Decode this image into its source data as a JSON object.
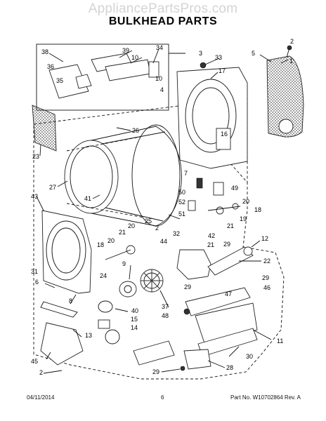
{
  "header": {
    "watermark": "AppliancePartsPros.com",
    "title": "BULKHEAD PARTS"
  },
  "footer": {
    "date": "04/11/2014",
    "page": "6",
    "part_no": "Part No.  W10702864  Rev. A"
  },
  "callouts": [
    "1",
    "2",
    "3",
    "4",
    "5",
    "6",
    "7",
    "8",
    "9",
    "10",
    "11",
    "12",
    "13",
    "14",
    "15",
    "16",
    "17",
    "18",
    "19",
    "20",
    "21",
    "22",
    "23",
    "24",
    "25",
    "26",
    "27",
    "28",
    "29",
    "30",
    "31",
    "32",
    "33",
    "34",
    "35",
    "36",
    "37",
    "38",
    "39",
    "40",
    "41",
    "42",
    "43",
    "44",
    "45",
    "46",
    "47",
    "48",
    "49",
    "50",
    "51",
    "52"
  ],
  "labels": [
    {
      "id": "38",
      "text": "38"
    },
    {
      "id": "39",
      "text": "39"
    },
    {
      "id": "10a",
      "text": "10"
    },
    {
      "id": "34",
      "text": "34"
    },
    {
      "id": "36",
      "text": "36"
    },
    {
      "id": "35",
      "text": "35"
    },
    {
      "id": "10b",
      "text": "10"
    },
    {
      "id": "4",
      "text": "4"
    },
    {
      "id": "3",
      "text": "3"
    },
    {
      "id": "33",
      "text": "33"
    },
    {
      "id": "17",
      "text": "17"
    },
    {
      "id": "5",
      "text": "5"
    },
    {
      "id": "2a",
      "text": "2"
    },
    {
      "id": "1",
      "text": "1"
    },
    {
      "id": "26",
      "text": "26"
    },
    {
      "id": "16",
      "text": "16"
    },
    {
      "id": "23",
      "text": "23"
    },
    {
      "id": "27",
      "text": "27"
    },
    {
      "id": "41",
      "text": "41"
    },
    {
      "id": "7",
      "text": "7"
    },
    {
      "id": "43",
      "text": "43"
    },
    {
      "id": "50",
      "text": "50"
    },
    {
      "id": "52",
      "text": "52"
    },
    {
      "id": "49",
      "text": "49"
    },
    {
      "id": "51",
      "text": "51"
    },
    {
      "id": "20a",
      "text": "20"
    },
    {
      "id": "18a",
      "text": "18"
    },
    {
      "id": "19",
      "text": "19"
    },
    {
      "id": "25",
      "text": "25"
    },
    {
      "id": "21a",
      "text": "21"
    },
    {
      "id": "20b",
      "text": "20"
    },
    {
      "id": "21b",
      "text": "21"
    },
    {
      "id": "2b",
      "text": "2"
    },
    {
      "id": "32",
      "text": "32"
    },
    {
      "id": "42",
      "text": "42"
    },
    {
      "id": "12",
      "text": "12"
    },
    {
      "id": "18b",
      "text": "18"
    },
    {
      "id": "20c",
      "text": "20"
    },
    {
      "id": "44",
      "text": "44"
    },
    {
      "id": "29a",
      "text": "29"
    },
    {
      "id": "21c",
      "text": "21"
    },
    {
      "id": "22",
      "text": "22"
    },
    {
      "id": "9",
      "text": "9"
    },
    {
      "id": "31",
      "text": "31"
    },
    {
      "id": "6",
      "text": "6"
    },
    {
      "id": "24",
      "text": "24"
    },
    {
      "id": "8",
      "text": "8"
    },
    {
      "id": "40",
      "text": "40"
    },
    {
      "id": "37",
      "text": "37"
    },
    {
      "id": "29b",
      "text": "29"
    },
    {
      "id": "47",
      "text": "47"
    },
    {
      "id": "29c",
      "text": "29"
    },
    {
      "id": "46",
      "text": "46"
    },
    {
      "id": "48",
      "text": "48"
    },
    {
      "id": "15",
      "text": "15"
    },
    {
      "id": "14",
      "text": "14"
    },
    {
      "id": "13",
      "text": "13"
    },
    {
      "id": "11",
      "text": "11"
    },
    {
      "id": "30",
      "text": "30"
    },
    {
      "id": "45",
      "text": "45"
    },
    {
      "id": "2c",
      "text": "2"
    },
    {
      "id": "28",
      "text": "28"
    },
    {
      "id": "29d",
      "text": "29"
    }
  ]
}
